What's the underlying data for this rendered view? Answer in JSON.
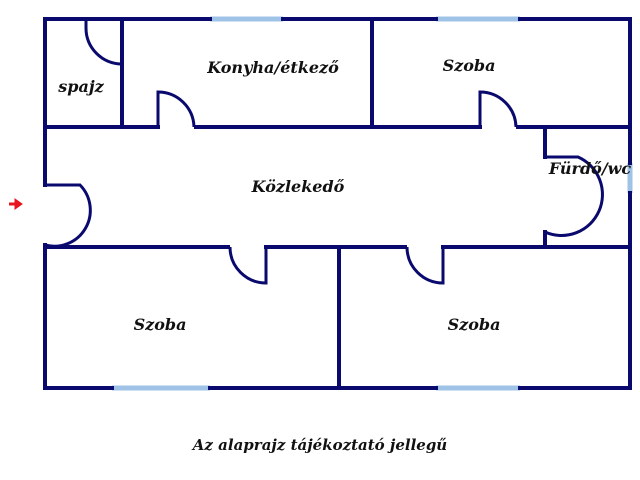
{
  "rooms": {
    "pantry": "spajz",
    "kitchen": "Konyha/étkező",
    "room_top_right": "Szoba",
    "hallway": "Közlekedő",
    "bathroom": "Fürdő/wc",
    "room_bottom_left": "Szoba",
    "room_bottom_right": "Szoba"
  },
  "caption": "Az alaprajz tájékoztató jellegű",
  "colors": {
    "wall": "#0a0a6e",
    "window": "#9fc3e6",
    "entrance_arrow": "#e8141e"
  },
  "icons": {
    "entrance": "arrow-right-icon"
  }
}
